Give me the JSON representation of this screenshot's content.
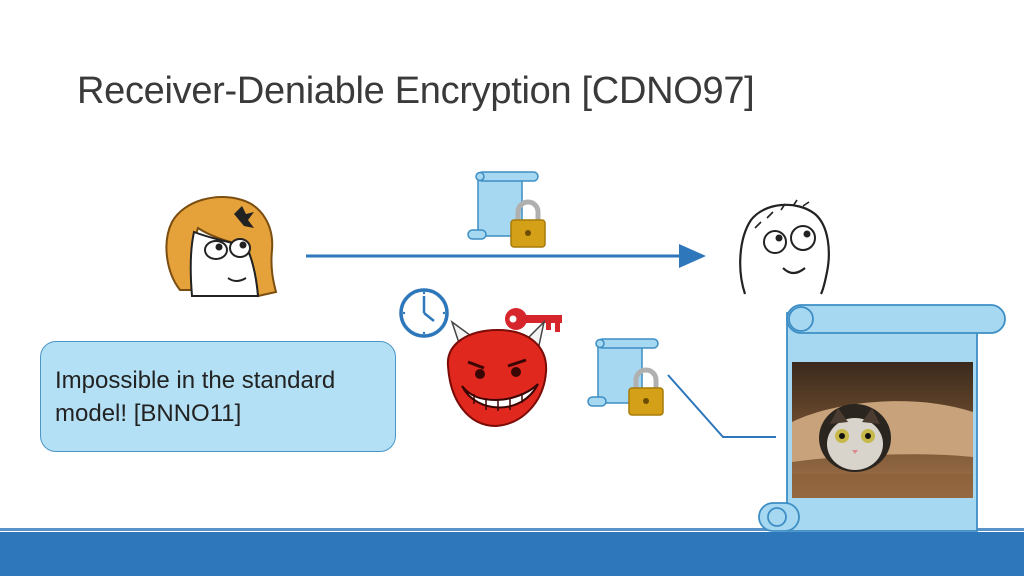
{
  "slide": {
    "title": "Receiver-Deniable Encryption [CDNO97]",
    "callout": {
      "line1": "Impossible in the standard",
      "line2": "model! [BNNO11]"
    }
  },
  "icons": {
    "sender": "sender-face-icon",
    "receiver": "receiver-face-icon",
    "adversary": "troll-devil-face-icon",
    "clock": "clock-icon",
    "key": "key-icon",
    "ciphertext": "scroll-icon",
    "lock": "padlock-icon",
    "photo": "cat-photo"
  },
  "colors": {
    "accent_blue": "#2e77bb",
    "callout_fill": "#b3e0f4",
    "scroll_fill": "#a7d8f1",
    "lock_gold": "#d4a017",
    "key_red": "#d7262b",
    "troll_red": "#e0281e"
  }
}
